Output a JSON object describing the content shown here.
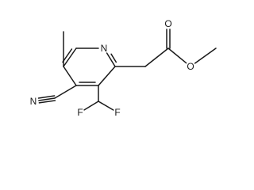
{
  "atoms": [
    {
      "id": "pyridine-nitrogen",
      "label": "N"
    },
    {
      "id": "ester-carbonyl-oxygen",
      "label": "O"
    },
    {
      "id": "ester-ether-oxygen",
      "label": "O"
    },
    {
      "id": "nitrile-nitrogen",
      "label": "N"
    },
    {
      "id": "fluorine-left",
      "label": "F"
    },
    {
      "id": "fluorine-right",
      "label": "F"
    }
  ]
}
